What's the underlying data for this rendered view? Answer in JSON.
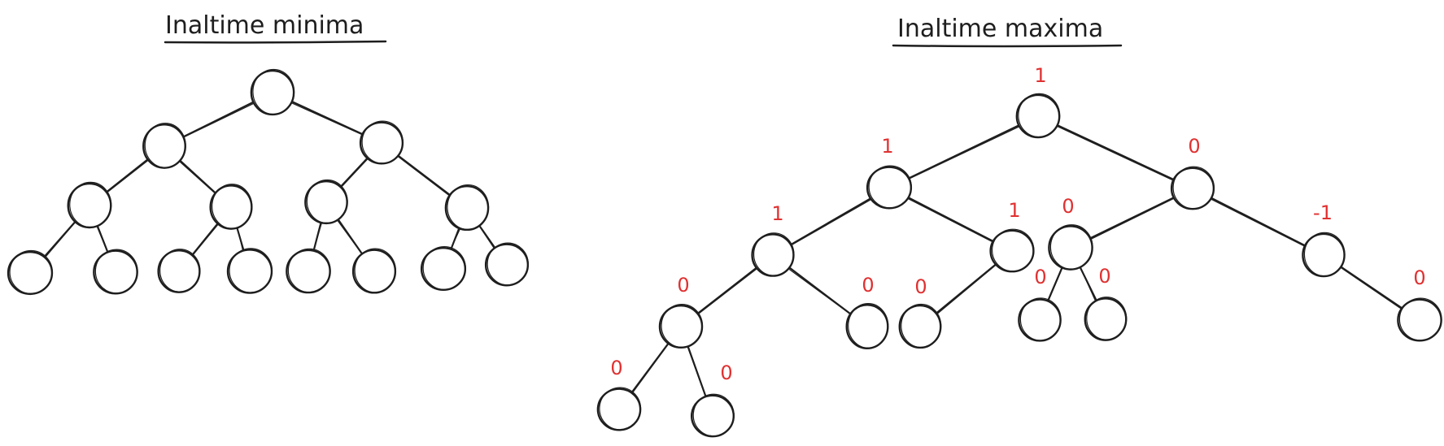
{
  "titles": {
    "left": "Inaltime minima",
    "right": "Inaltime maxima"
  },
  "colors": {
    "stroke": "#1e1e1e",
    "label": "#e03131",
    "background": "#ffffff"
  },
  "trees": {
    "minimum_height": {
      "nodes": [
        "root",
        "l",
        "r",
        "ll",
        "lr",
        "rl",
        "rr",
        "lll",
        "llr",
        "lrl",
        "lrr",
        "rll",
        "rlr",
        "rrl",
        "rrr"
      ],
      "edges": [
        [
          "root",
          "l"
        ],
        [
          "root",
          "r"
        ],
        [
          "l",
          "ll"
        ],
        [
          "l",
          "lr"
        ],
        [
          "r",
          "rl"
        ],
        [
          "r",
          "rr"
        ],
        [
          "ll",
          "lll"
        ],
        [
          "ll",
          "llr"
        ],
        [
          "lr",
          "lrl"
        ],
        [
          "lr",
          "lrr"
        ],
        [
          "rl",
          "rll"
        ],
        [
          "rl",
          "rlr"
        ],
        [
          "rr",
          "rrl"
        ],
        [
          "rr",
          "rrr"
        ]
      ]
    },
    "maximum_height": {
      "nodes": [
        {
          "id": "root",
          "balance": "1"
        },
        {
          "id": "a",
          "balance": "1"
        },
        {
          "id": "b",
          "balance": "0"
        },
        {
          "id": "c",
          "balance": "1"
        },
        {
          "id": "d",
          "balance": "1"
        },
        {
          "id": "e",
          "balance": "0"
        },
        {
          "id": "f",
          "balance": "-1"
        },
        {
          "id": "g",
          "balance": "0"
        },
        {
          "id": "h",
          "balance": "0"
        },
        {
          "id": "i",
          "balance": "0"
        },
        {
          "id": "j",
          "balance": "0"
        },
        {
          "id": "k",
          "balance": "0"
        },
        {
          "id": "l",
          "balance": "0"
        },
        {
          "id": "m",
          "balance": "0"
        },
        {
          "id": "n",
          "balance": "0"
        }
      ],
      "edges": [
        [
          "root",
          "a"
        ],
        [
          "root",
          "b"
        ],
        [
          "a",
          "c"
        ],
        [
          "a",
          "d"
        ],
        [
          "b",
          "e"
        ],
        [
          "b",
          "f"
        ],
        [
          "c",
          "g"
        ],
        [
          "c",
          "h"
        ],
        [
          "d",
          "i"
        ],
        [
          "e",
          "j"
        ],
        [
          "e",
          "k"
        ],
        [
          "f",
          "l"
        ],
        [
          "g",
          "m"
        ],
        [
          "g",
          "n"
        ]
      ]
    }
  }
}
